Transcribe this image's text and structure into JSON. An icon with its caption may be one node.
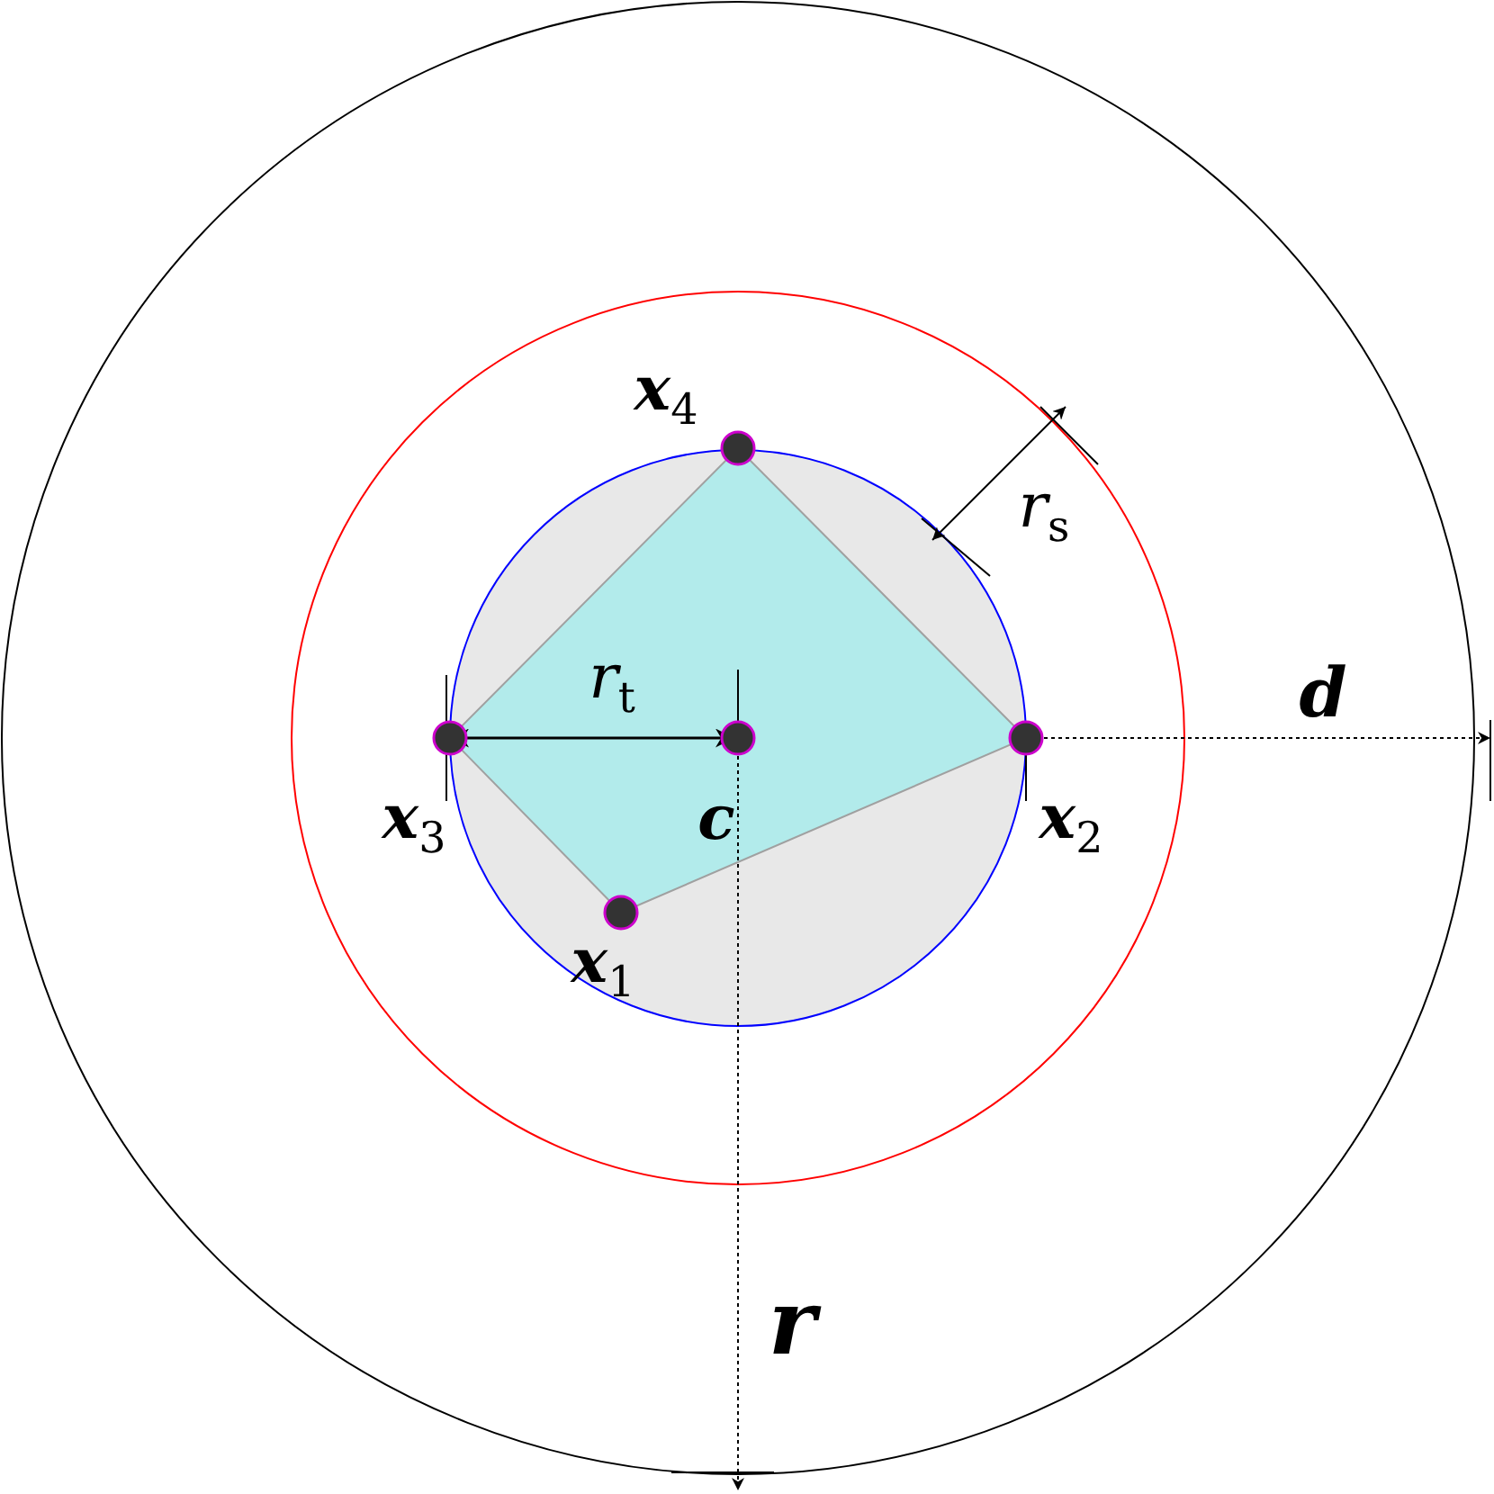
{
  "diagram": {
    "labels": [
      "*x*$_{4}$",
      "*r*$_{s}$",
      "*r*$_{t}$",
      "*d*",
      "*x*$_{3}$",
      "*c*",
      "*x*$_{2}$",
      "*x*$_{1}$",
      "*r*"
    ]
  }
}
